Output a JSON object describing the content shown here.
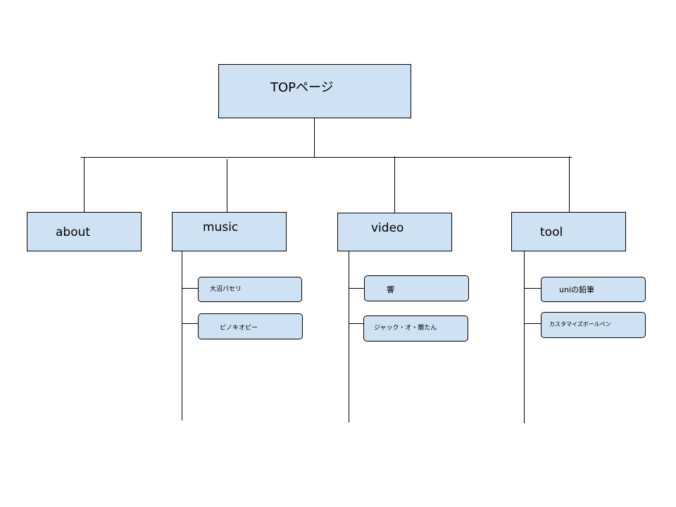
{
  "diagram": {
    "root": {
      "label": "TOPページ"
    },
    "sections": [
      {
        "label": "about",
        "children": []
      },
      {
        "label": "music",
        "children": [
          "大沼パセリ",
          "ピノキオピー"
        ]
      },
      {
        "label": "video",
        "children": [
          "響",
          "ジャック・オ・蘭たん"
        ]
      },
      {
        "label": "tool",
        "children": [
          "uniの鉛筆",
          "カスタマイズボールペン"
        ]
      }
    ]
  },
  "colors": {
    "node_fill": "#cfe2f3",
    "stroke": "#000000",
    "background": "#ffffff"
  }
}
